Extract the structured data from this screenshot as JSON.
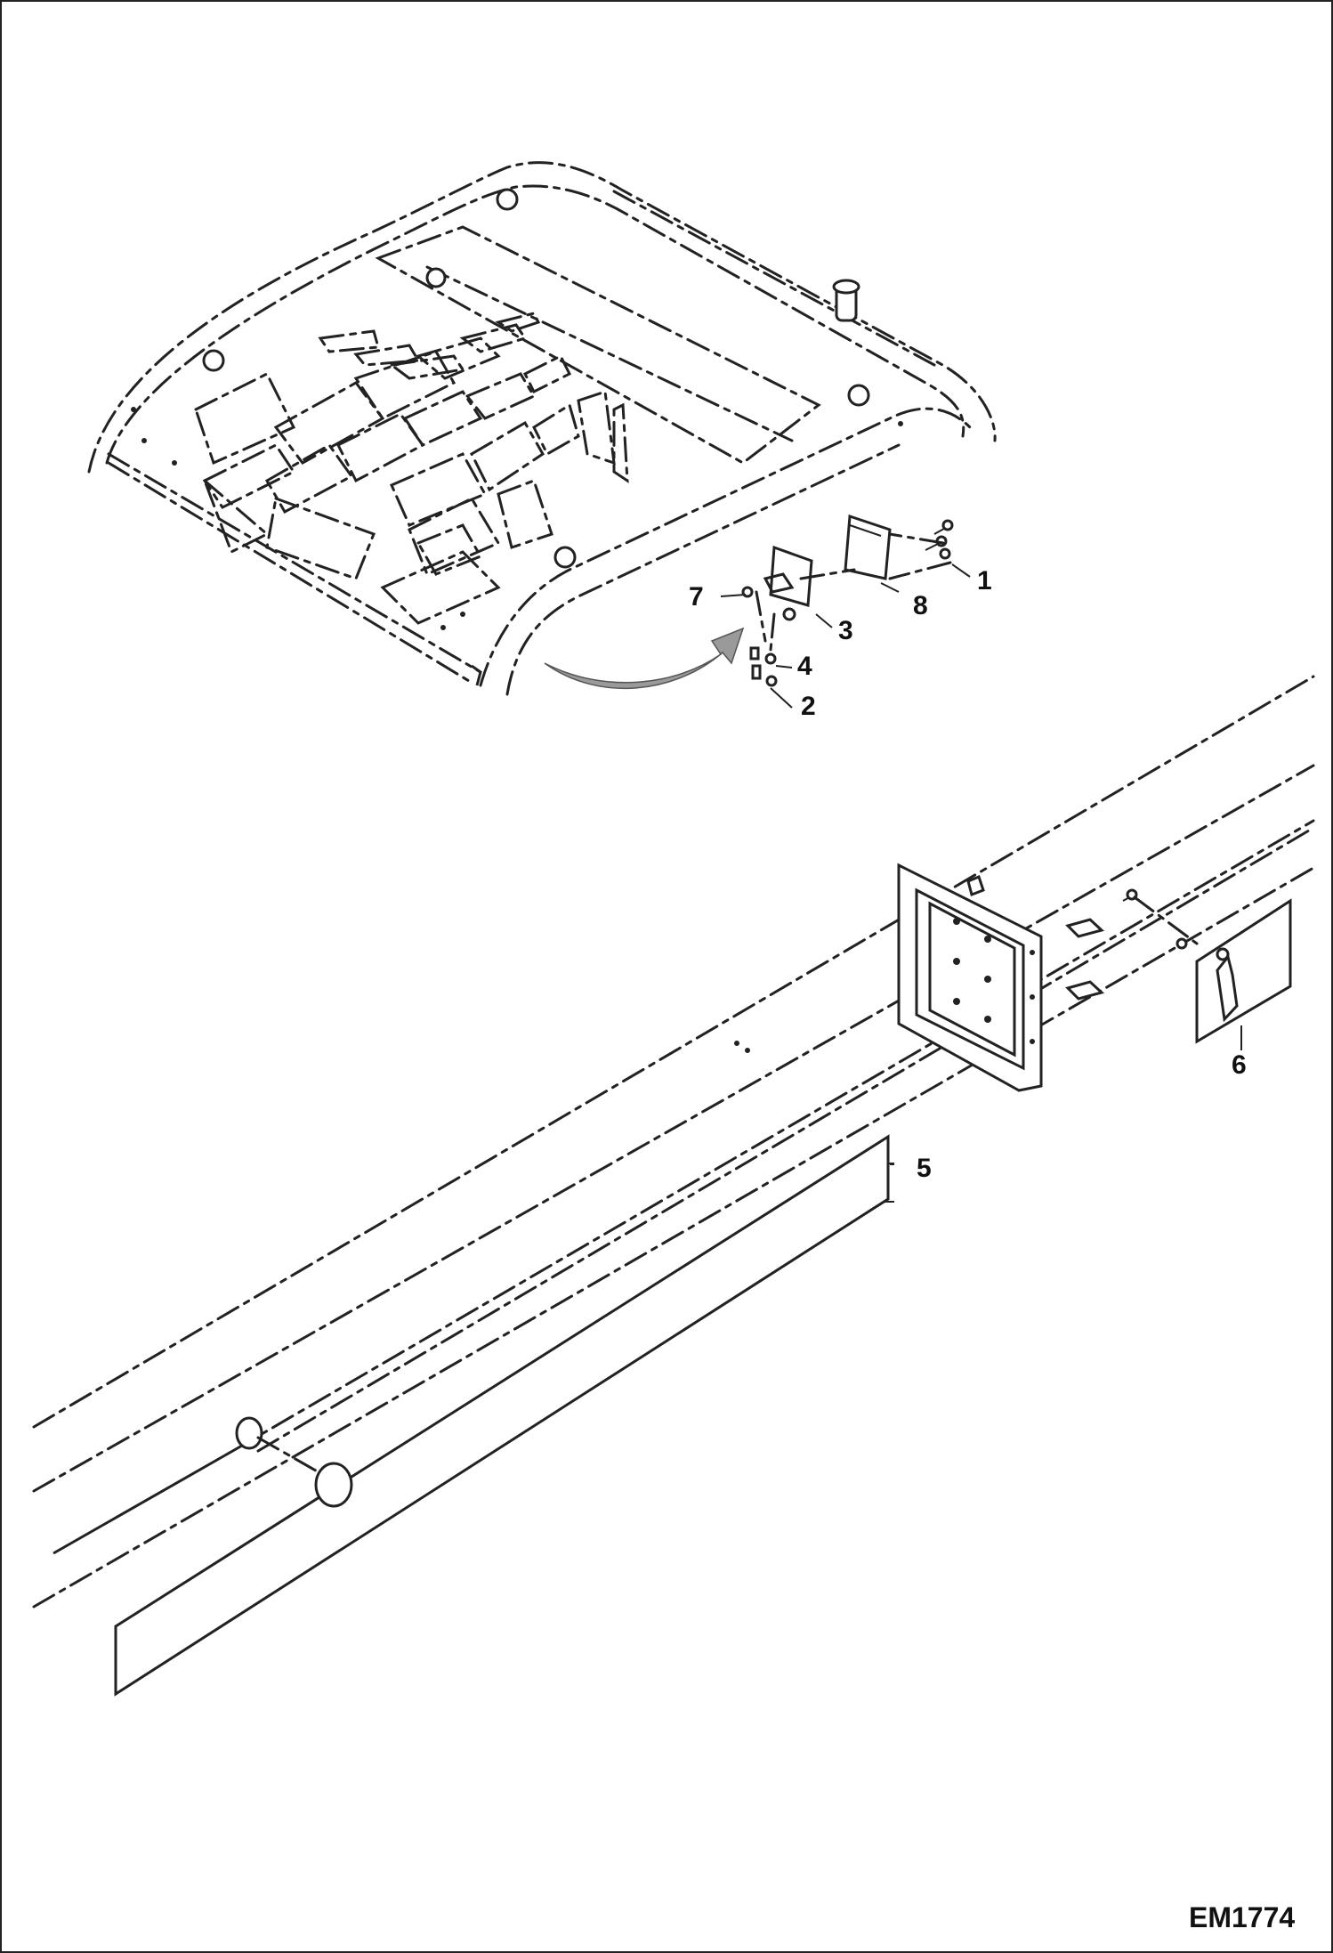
{
  "diagram": {
    "callouts": [
      "1",
      "2",
      "3",
      "4",
      "5",
      "6",
      "7",
      "8"
    ],
    "figure_code": "EM1774",
    "arrow_color": "#9a9a9a"
  }
}
